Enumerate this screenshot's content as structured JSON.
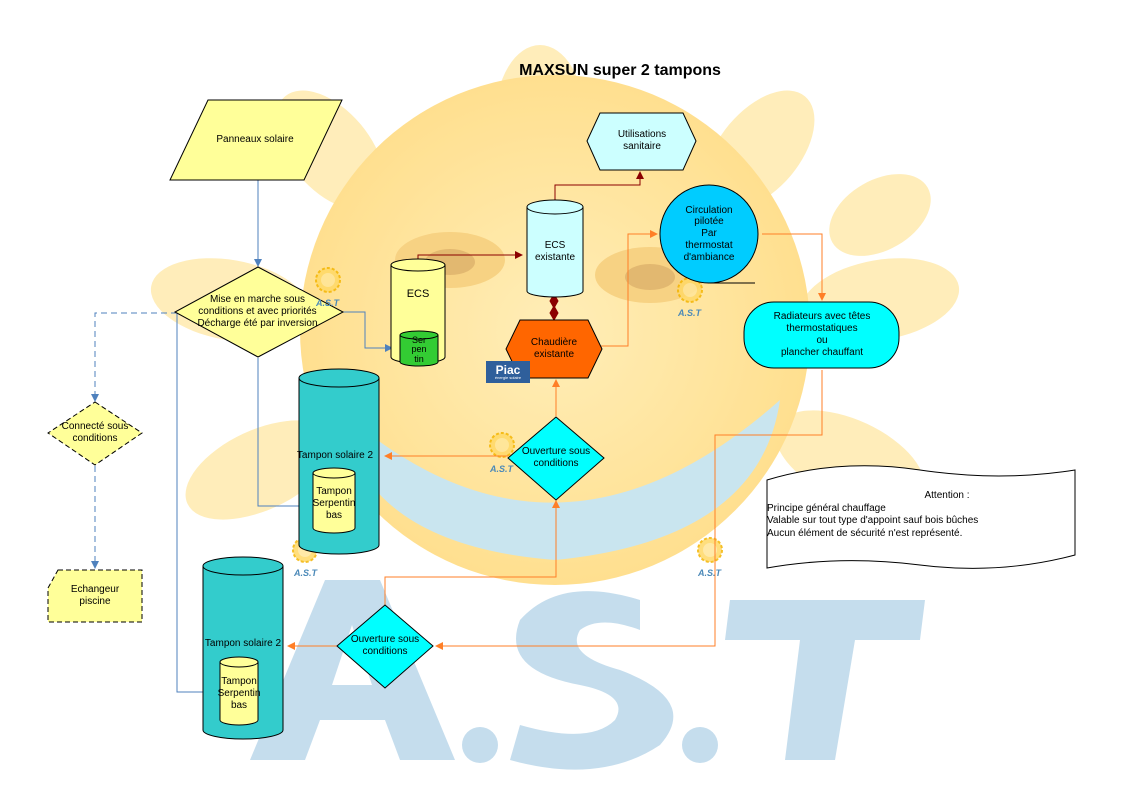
{
  "title": "MAXSUN super 2 tampons",
  "nodes": {
    "panneaux": "Panneaux solaire",
    "mise_en_marche": "Mise en marche sous\nconditions et avec priorités\nDécharge été par inversion",
    "connecte": "Connecté sous\nconditions",
    "echangeur": "Echangeur\npiscine",
    "ecs": "ECS",
    "serpentin_ecs": "Ser\npen\ntin",
    "ecs_existante": "ECS\nexistante",
    "utilisations": "Utilisations\nsanitaire",
    "chaudiere": "Chaudière\nexistante",
    "circulation": "Circulation\npilotée\nPar\nthermostat\nd'ambiance",
    "radiateurs": "Radiateurs avec têtes\nthermostatiques\nou\nplancher chauffant",
    "ouverture_1": "Ouverture sous\nconditions",
    "ouverture_2": "Ouverture sous\nconditions",
    "tampon_1_label": "Tampon solaire 2",
    "tampon_1_inner": "Tampon\nSerpentin\nbas",
    "tampon_2_label": "Tampon solaire 2",
    "tampon_2_inner": "Tampon\nSerpentin\nbas"
  },
  "note": {
    "heading": "Attention :",
    "line1": "Principe général chauffage",
    "line2": "Valable sur tout type d'appoint sauf bois bûches",
    "line3": "Aucun élément de sécurité n'est représenté."
  },
  "watermark": {
    "text": "A.S.T"
  },
  "logo": {
    "text": "Piac",
    "subtext": "énergie solaire"
  },
  "colors": {
    "yellow": "#ffff99",
    "light_cyan": "#ccffff",
    "teal": "#33cccc",
    "cyan": "#00ffff",
    "orange": "#ff6600",
    "green": "#33cc33",
    "circle": "#00ccff",
    "blue_line": "#4f81bd",
    "dark_red": "#8b0000",
    "orange_line": "#ff7f27"
  }
}
